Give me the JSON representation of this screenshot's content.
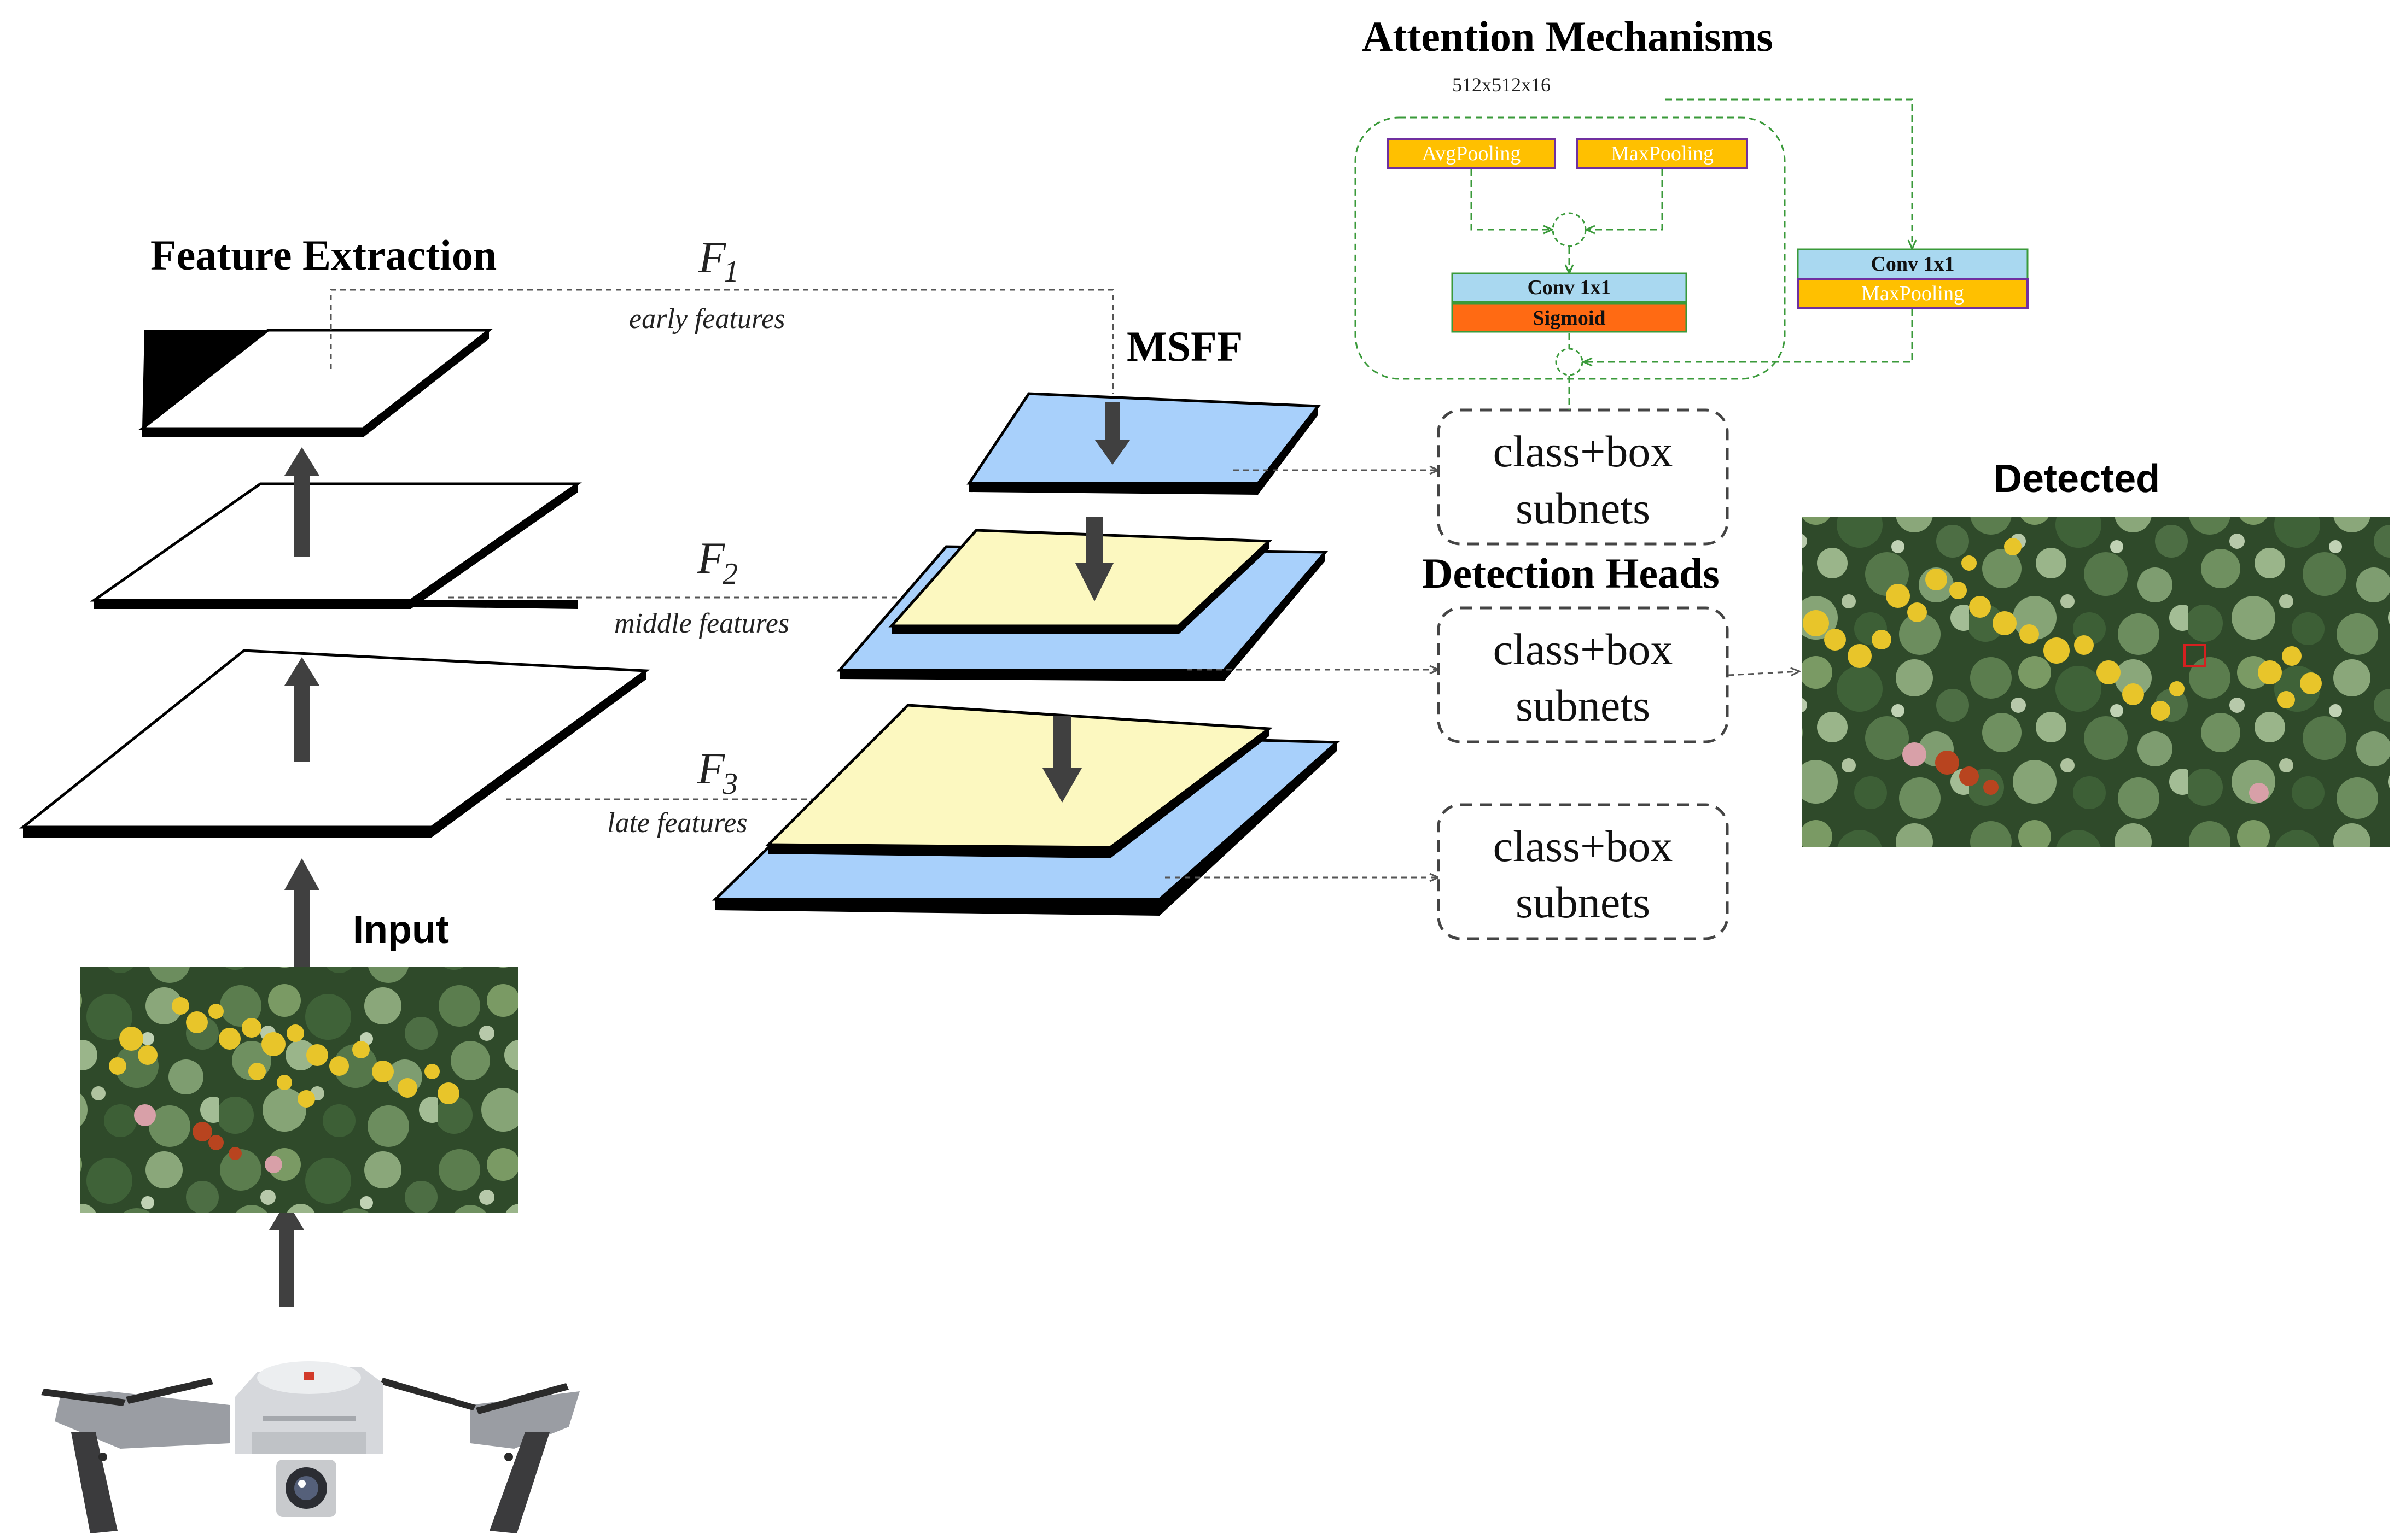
{
  "titles": {
    "feature_extraction": "Feature Extraction",
    "attention": "Attention Mechanisms",
    "msff": "MSFF",
    "detection_heads": "Detection Heads",
    "detected": "Detected",
    "input": "Input"
  },
  "features": {
    "f1": {
      "symbol": "F",
      "sub": "1",
      "label": "early features"
    },
    "f2": {
      "symbol": "F",
      "sub": "2",
      "label": "middle features"
    },
    "f3": {
      "symbol": "F",
      "sub": "3",
      "label": "late features"
    }
  },
  "attention": {
    "dimension": "512x512x16",
    "avg_pooling": "AvgPooling",
    "max_pooling": "MaxPooling",
    "conv_left": "Conv 1x1",
    "sigmoid": "Sigmoid",
    "conv_right": "Conv 1x1",
    "max_pooling_right": "MaxPooling"
  },
  "heads": [
    {
      "line1": "class+box",
      "line2": "subnets"
    },
    {
      "line1": "class+box",
      "line2": "subnets"
    },
    {
      "line1": "class+box",
      "line2": "subnets"
    }
  ],
  "colors": {
    "blue_layer": "#a8d0fb",
    "yellow_layer": "#fcf8c0",
    "pool_fill": "#ffc000",
    "pool_border": "#7030a0",
    "pool_text": "#ffffff",
    "conv_fill": "#a9d8f0",
    "sigmoid_fill": "#ff6a13",
    "green_dash": "#3a9a3a",
    "detect_box": "#d62020"
  },
  "icons": {
    "drone": "drone-icon",
    "photo": "vegetation-photo"
  }
}
